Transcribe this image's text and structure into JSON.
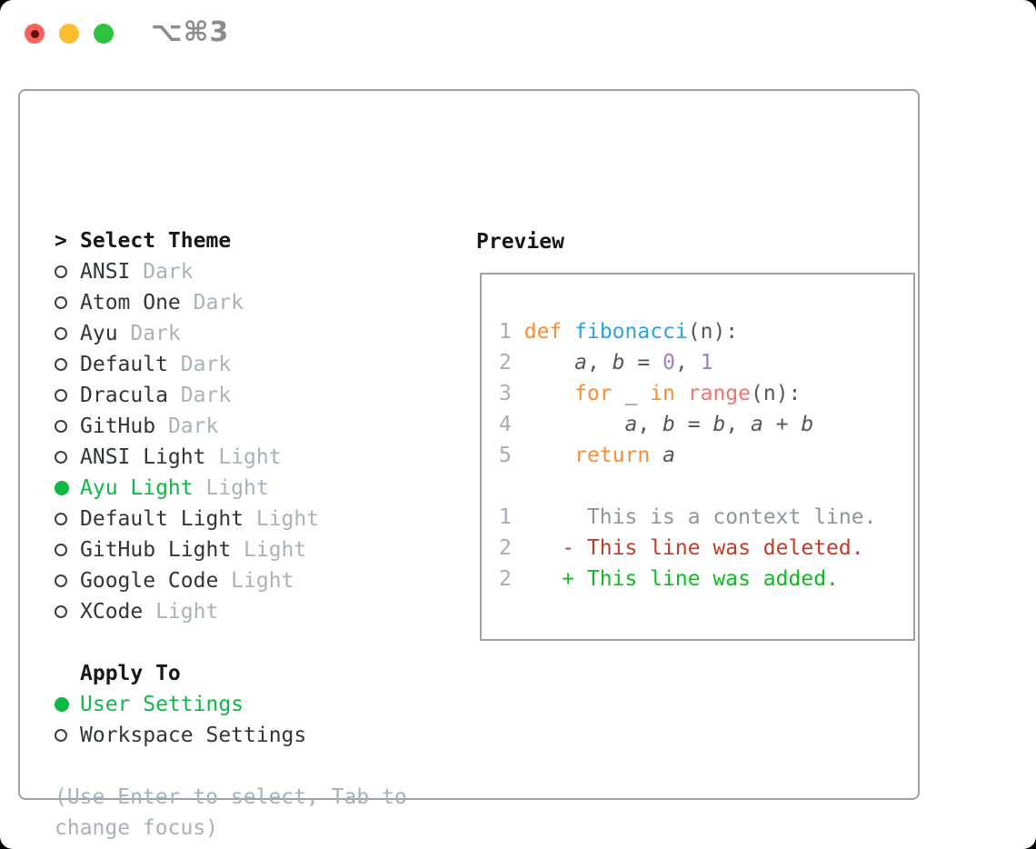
{
  "titlebar": {
    "shortcut": "⌥⌘3",
    "traffic_lights": [
      "close",
      "minimize",
      "zoom"
    ]
  },
  "colors": {
    "selected_green": "#0fb843",
    "diff_added_green": "#0bbe20",
    "diff_deleted_red": "#c43a25",
    "keyword_orange": "#fa8d36",
    "function_blue": "#2ba3e8",
    "builtin_coral": "#f4736f",
    "number_purple": "#a37acc",
    "muted_gray": "#a9b2bc",
    "border_gray": "#99a1ab",
    "traffic_red": "#f9615b",
    "traffic_yellow": "#fcbd2f",
    "traffic_green": "#2ec23e"
  },
  "theme_picker": {
    "header": {
      "marker": ">",
      "label": "Select Theme"
    },
    "themes": [
      {
        "name": "ANSI",
        "variant": "Dark",
        "selected": false
      },
      {
        "name": "Atom One",
        "variant": "Dark",
        "selected": false
      },
      {
        "name": "Ayu",
        "variant": "Dark",
        "selected": false
      },
      {
        "name": "Default",
        "variant": "Dark",
        "selected": false
      },
      {
        "name": "Dracula",
        "variant": "Dark",
        "selected": false
      },
      {
        "name": "GitHub",
        "variant": "Dark",
        "selected": false
      },
      {
        "name": "ANSI Light",
        "variant": "Light",
        "selected": false
      },
      {
        "name": "Ayu Light",
        "variant": "Light",
        "selected": true
      },
      {
        "name": "Default Light",
        "variant": "Light",
        "selected": false
      },
      {
        "name": "GitHub Light",
        "variant": "Light",
        "selected": false
      },
      {
        "name": "Google Code",
        "variant": "Light",
        "selected": false
      },
      {
        "name": "XCode",
        "variant": "Light",
        "selected": false
      }
    ],
    "apply_to": {
      "header": "Apply To",
      "options": [
        {
          "label": "User Settings",
          "selected": true
        },
        {
          "label": "Workspace Settings",
          "selected": false
        }
      ]
    },
    "help_lines": [
      "(Use Enter to select, Tab to",
      "change focus)"
    ]
  },
  "preview": {
    "title": "Preview",
    "lines": [
      {
        "name": "code-line-1",
        "segs": [
          {
            "t": "1",
            "c": "ln"
          },
          {
            "t": " ",
            "c": "pl"
          },
          {
            "t": "def",
            "c": "kw"
          },
          {
            "t": " ",
            "c": "pl"
          },
          {
            "t": "fibonacci",
            "c": "fn"
          },
          {
            "t": "(n):",
            "c": "pl"
          }
        ]
      },
      {
        "name": "code-line-2",
        "segs": [
          {
            "t": "2",
            "c": "ln"
          },
          {
            "t": "     ",
            "c": "pl"
          },
          {
            "t": "a",
            "c": "var"
          },
          {
            "t": ", ",
            "c": "pl"
          },
          {
            "t": "b",
            "c": "var"
          },
          {
            "t": " = ",
            "c": "pl"
          },
          {
            "t": "0",
            "c": "num"
          },
          {
            "t": ", ",
            "c": "pl"
          },
          {
            "t": "1",
            "c": "num"
          }
        ]
      },
      {
        "name": "code-line-3",
        "segs": [
          {
            "t": "3",
            "c": "ln"
          },
          {
            "t": "     ",
            "c": "pl"
          },
          {
            "t": "for",
            "c": "kw"
          },
          {
            "t": " _ ",
            "c": "pl"
          },
          {
            "t": "in",
            "c": "kw"
          },
          {
            "t": " ",
            "c": "pl"
          },
          {
            "t": "range",
            "c": "call"
          },
          {
            "t": "(n):",
            "c": "pl"
          }
        ]
      },
      {
        "name": "code-line-4",
        "segs": [
          {
            "t": "4",
            "c": "ln"
          },
          {
            "t": "         ",
            "c": "pl"
          },
          {
            "t": "a",
            "c": "var"
          },
          {
            "t": ", ",
            "c": "pl"
          },
          {
            "t": "b",
            "c": "var"
          },
          {
            "t": " = ",
            "c": "pl"
          },
          {
            "t": "b",
            "c": "var"
          },
          {
            "t": ", ",
            "c": "pl"
          },
          {
            "t": "a",
            "c": "var"
          },
          {
            "t": " + ",
            "c": "pl"
          },
          {
            "t": "b",
            "c": "var"
          }
        ]
      },
      {
        "name": "code-line-5",
        "segs": [
          {
            "t": "5",
            "c": "ln"
          },
          {
            "t": "     ",
            "c": "pl"
          },
          {
            "t": "return",
            "c": "kw"
          },
          {
            "t": " ",
            "c": "pl"
          },
          {
            "t": "a",
            "c": "var"
          }
        ]
      },
      {
        "name": "blank-line",
        "segs": []
      },
      {
        "name": "diff-context-line",
        "segs": [
          {
            "t": "1",
            "c": "ln"
          },
          {
            "t": "      ",
            "c": "pl"
          },
          {
            "t": "This is a context line.",
            "c": "ctx"
          }
        ]
      },
      {
        "name": "diff-deleted-line",
        "segs": [
          {
            "t": "2",
            "c": "ln"
          },
          {
            "t": "    ",
            "c": "pl"
          },
          {
            "t": "- This line was deleted.",
            "c": "del"
          }
        ]
      },
      {
        "name": "diff-added-line",
        "segs": [
          {
            "t": "2",
            "c": "ln"
          },
          {
            "t": "    ",
            "c": "pl"
          },
          {
            "t": "+ This line was added.",
            "c": "add"
          }
        ]
      }
    ]
  }
}
